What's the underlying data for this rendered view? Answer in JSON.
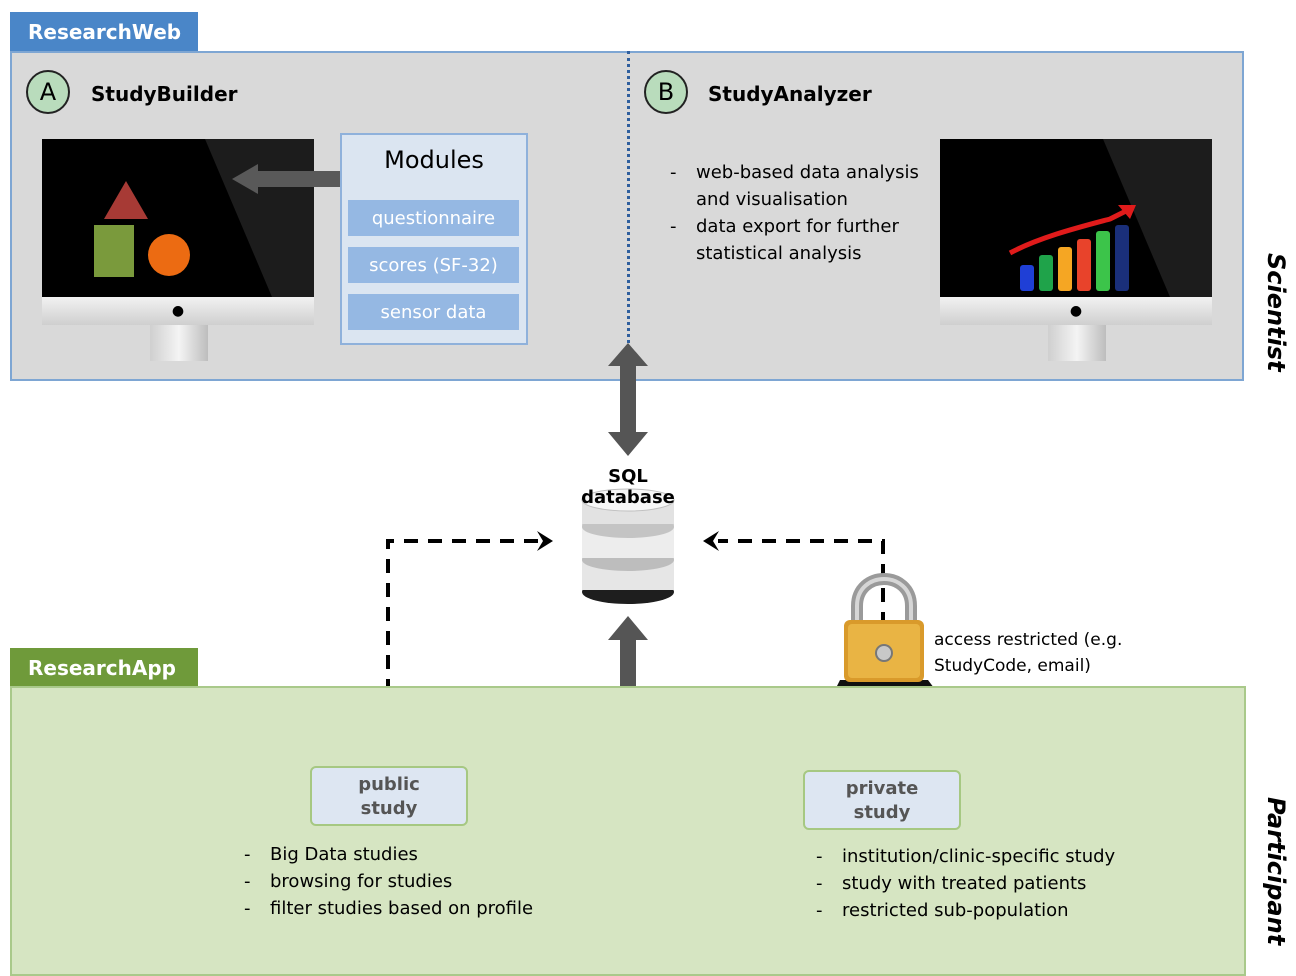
{
  "web": {
    "tab_label": "ResearchWeb",
    "side_label": "Scientist",
    "builder": {
      "badge": "A",
      "title": "StudyBuilder"
    },
    "analyzer": {
      "badge": "B",
      "title": "StudyAnalyzer",
      "bullets": [
        {
          "line1": "web-based data analysis",
          "line2": "and visualisation"
        },
        {
          "line1": "data export for further",
          "line2": "statistical analysis"
        }
      ]
    },
    "modules": {
      "title": "Modules",
      "items": [
        "questionnaire",
        "scores (SF-32)",
        "sensor data"
      ]
    }
  },
  "db": {
    "label": "SQL database"
  },
  "lock": {
    "line1": "access restricted (e.g.",
    "line2": "StudyCode, email)"
  },
  "app": {
    "tab_label": "ResearchApp",
    "side_label": "Participant",
    "public": {
      "line1": "public",
      "line2": "study",
      "bullets": [
        "Big Data studies",
        "browsing for studies",
        "filter studies based on profile"
      ]
    },
    "private": {
      "line1": "private",
      "line2": "study",
      "bullets": [
        "institution/clinic-specific study",
        "study with treated patients",
        "restricted sub-population"
      ]
    }
  },
  "colors": {
    "web_blue": "#4a86c8",
    "app_green": "#6f9a3a",
    "chart_bars": [
      "#1f3fd6",
      "#1fa34a",
      "#f5a623",
      "#e8432b",
      "#3cc44a",
      "#1a2f7a"
    ]
  }
}
